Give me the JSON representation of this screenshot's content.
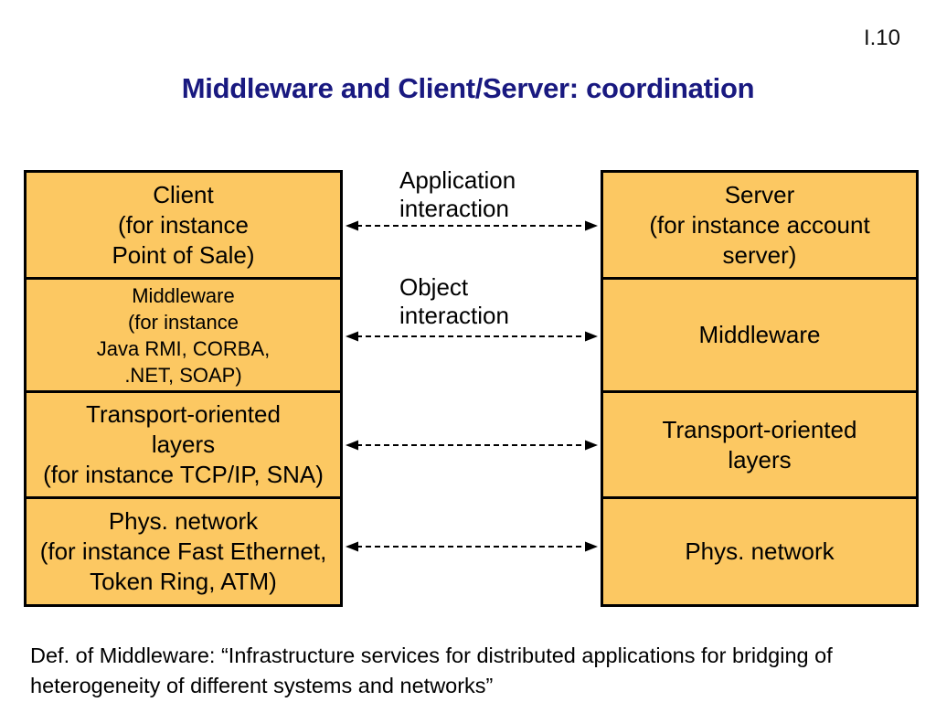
{
  "slide": {
    "page_number": "I.10",
    "title": "Middleware and Client/Server: coordination"
  },
  "left_stack": {
    "boxes": [
      {
        "id": "client",
        "label": "Client\n(for instance\nPoint of Sale)"
      },
      {
        "id": "middleware",
        "label": "Middleware\n(for instance\nJava RMI, CORBA,\n.NET, SOAP)"
      },
      {
        "id": "transport",
        "label": "Transport-oriented\nlayers\n(for instance TCP/IP, SNA)"
      },
      {
        "id": "phys-network",
        "label": "Phys. network\n(for instance Fast Ethernet,\nToken Ring, ATM)"
      }
    ]
  },
  "right_stack": {
    "boxes": [
      {
        "id": "server",
        "label": "Server\n(for instance account\nserver)"
      },
      {
        "id": "middleware",
        "label": "Middleware"
      },
      {
        "id": "transport",
        "label": "Transport-oriented\nlayers"
      },
      {
        "id": "phys-network",
        "label": "Phys. network"
      }
    ]
  },
  "interactions": [
    {
      "label": "Application\ninteraction"
    },
    {
      "label": "Object\ninteraction"
    }
  ],
  "definition": {
    "text": "Def. of Middleware: “Infrastructure services for distributed applications for bridging of\nheterogeneity of different systems and networks”"
  },
  "colors": {
    "box_fill": "#FCC862",
    "box_border": "#000000",
    "title_color": "#191980",
    "text_color": "#000000"
  }
}
